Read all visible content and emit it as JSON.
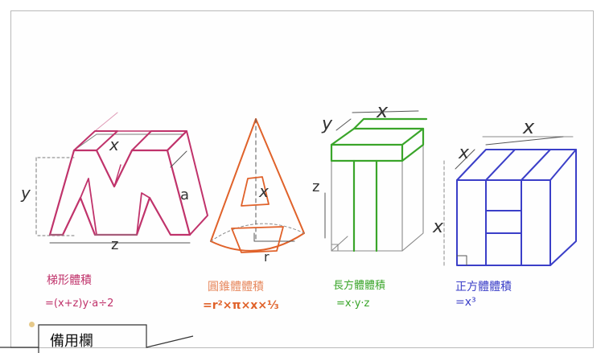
{
  "figures": [
    {
      "id": "m",
      "formula_title": "梯形體積",
      "formula": "=(x+z)y·a÷2",
      "labels": {
        "top": "x",
        "left": "y",
        "bottom": "z",
        "depth": "a"
      },
      "color": "#c0336b"
    },
    {
      "id": "a",
      "formula_title": "圓錐體體積",
      "formula": "=r²×π×x×⅓",
      "labels": {
        "height": "x",
        "radius": "r"
      },
      "color": "#e0622a"
    },
    {
      "id": "t",
      "formula_title": "長方體體積",
      "formula": "=x·y·z",
      "labels": {
        "top": "x",
        "depth": "y",
        "side": "z"
      },
      "color": "#3aa52a"
    },
    {
      "id": "h",
      "formula_title": "正方體體積",
      "formula": "=x³",
      "labels": {
        "top": "x",
        "depth": "x",
        "side": "x"
      },
      "color": "#3b3fc8"
    }
  ],
  "callout": {
    "text": "備用欄"
  },
  "colors": {
    "pencil": "#6b6b6b",
    "frame": "#b9b9b9"
  }
}
